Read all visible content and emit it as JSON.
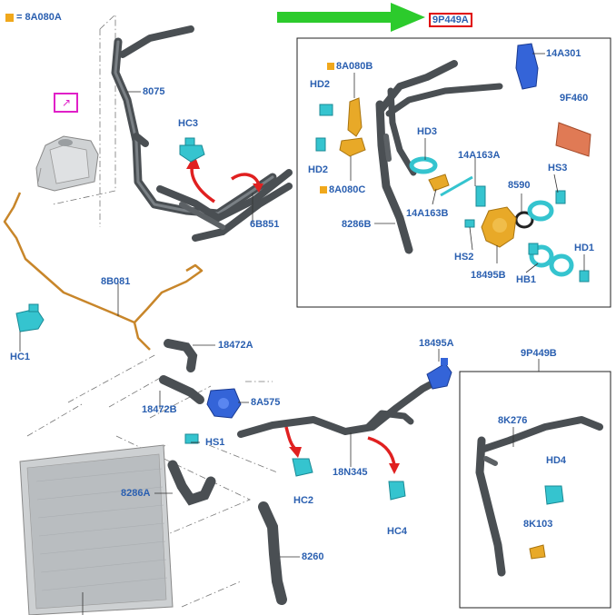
{
  "legend": {
    "label": "= 8A080A",
    "color": "#f0a81c"
  },
  "highlight_ref": "9P449A",
  "colors": {
    "label": "#2a5fb0",
    "hose": "#555a5e",
    "clip": "#35c4cf",
    "orange_part": "#e8a928",
    "blue_part": "#3464d8",
    "callout_arrow": "#e02020",
    "pointer_arrow": "#2ccb2c",
    "highlight_box": "#e00000",
    "reservoir_marker": "#e020c8",
    "gasket": "#e07a55"
  },
  "icons": [
    "external-link-icon",
    "green-pointer-arrow",
    "red-curved-arrow"
  ],
  "labels": {
    "l_8075": "8075",
    "l_HC3": "HC3",
    "l_6B851": "6B851",
    "l_8B081": "8B081",
    "l_HC1": "HC1",
    "l_18472A": "18472A",
    "l_18472B": "18472B",
    "l_8A575": "8A575",
    "l_HS1": "HS1",
    "l_8286A": "8286A",
    "l_HC2": "HC2",
    "l_18N345": "18N345",
    "l_HC4": "HC4",
    "l_8260": "8260",
    "l_18495A": "18495A",
    "l_9P449B": "9P449B",
    "l_8K276": "8K276",
    "l_HD4": "HD4",
    "l_8K103": "8K103",
    "l_8A080B": "8A080B",
    "l_14A301": "14A301",
    "l_HD2a": "HD2",
    "l_HD2b": "HD2",
    "l_8A080C": "8A080C",
    "l_9F460": "9F460",
    "l_HD3": "HD3",
    "l_14A163A": "14A163A",
    "l_HS3": "HS3",
    "l_8590": "8590",
    "l_14A163B": "14A163B",
    "l_8286B": "8286B",
    "l_HS2": "HS2",
    "l_HD1": "HD1",
    "l_18495B": "18495B",
    "l_HB1": "HB1"
  }
}
